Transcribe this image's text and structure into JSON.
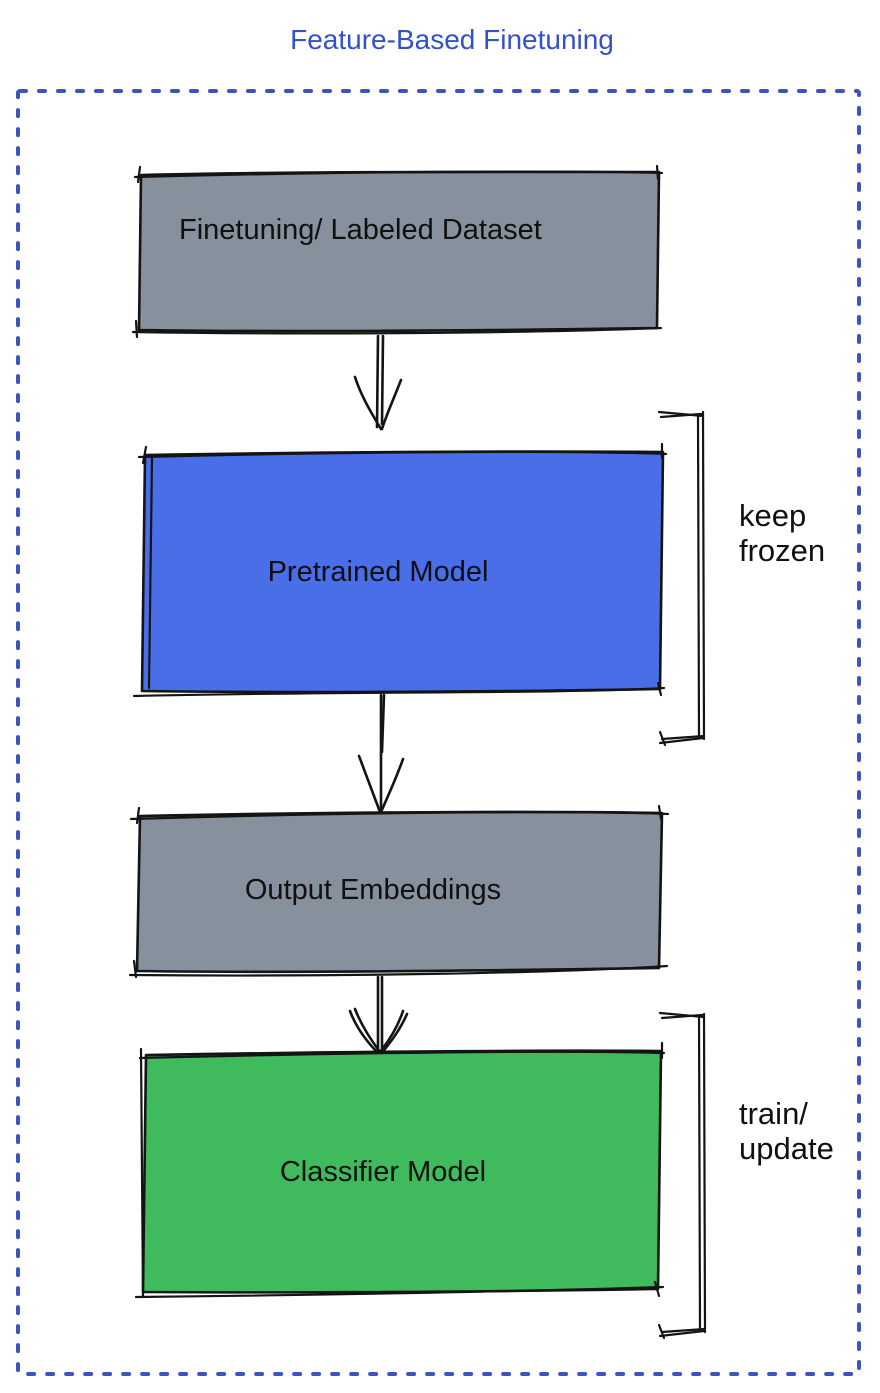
{
  "title": "Feature-Based Finetuning",
  "colors": {
    "title-blue": "#3351CB",
    "frame-blue": "#3C55BE",
    "box-gray": "#87909D",
    "box-blue": "#4A6DE8",
    "box-green": "#3FBA5C",
    "ink": "#141414"
  },
  "diagram": {
    "nodes": [
      {
        "id": "finetuning-dataset",
        "label": "Finetuning/ Labeled Dataset",
        "color": "#87909D"
      },
      {
        "id": "pretrained-model",
        "label": "Pretrained Model",
        "color": "#4A6DE8"
      },
      {
        "id": "output-embeddings",
        "label": "Output Embeddings",
        "color": "#87909D"
      },
      {
        "id": "classifier-model",
        "label": "Classifier Model",
        "color": "#3FBA5C"
      }
    ],
    "edges": [
      {
        "from": "finetuning-dataset",
        "to": "pretrained-model"
      },
      {
        "from": "pretrained-model",
        "to": "output-embeddings"
      },
      {
        "from": "output-embeddings",
        "to": "classifier-model"
      }
    ],
    "annotations": [
      {
        "target": "pretrained-model",
        "line1": "keep",
        "line2": "frozen"
      },
      {
        "target": "classifier-model",
        "line1": "train/",
        "line2": "update"
      }
    ]
  }
}
